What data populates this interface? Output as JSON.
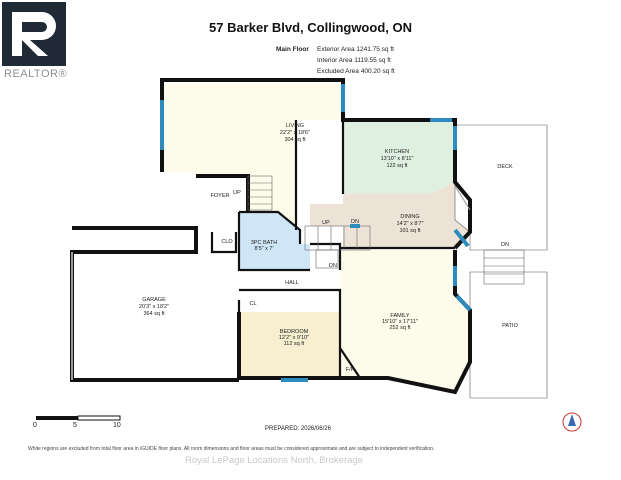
{
  "brand": {
    "logo_text": "REALTOR®"
  },
  "title": "57 Barker Blvd, Collingwood, ON",
  "floor": {
    "name": "Main Floor",
    "exterior": "Exterior Area 1241.75 sq ft",
    "interior": "Interior Area 1119.55 sq ft",
    "excluded": "Excluded Area 400.20 sq ft"
  },
  "rooms": {
    "living": {
      "name": "LIVING",
      "dims": "22'2\" x 18'6\"",
      "area": "304 sq ft"
    },
    "kitchen": {
      "name": "KITCHEN",
      "dims": "13'10\" x 8'11\"",
      "area": "122 sq ft"
    },
    "dining": {
      "name": "DINING",
      "dims": "14'2\" x 8'7\"",
      "area": "101 sq ft"
    },
    "deck": {
      "name": "DECK"
    },
    "foyer": {
      "name": "FOYER"
    },
    "clo": {
      "name": "CLO"
    },
    "bath": {
      "name": "3PC BATH",
      "dims": "8'5\" x 7'"
    },
    "garage": {
      "name": "GARAGE",
      "dims": "20'3\" x 18'2\"",
      "area": "364 sq ft"
    },
    "hall": {
      "name": "HALL"
    },
    "cl": {
      "name": "CL"
    },
    "bedroom": {
      "name": "BEDROOM",
      "dims": "12'2\" x 9'10\"",
      "area": "112 sq ft"
    },
    "family": {
      "name": "FAMILY",
      "dims": "15'10\" x 17'11\"",
      "area": "252 sq ft"
    },
    "fp": {
      "name": "F/P"
    },
    "patio": {
      "name": "PATIO"
    }
  },
  "labels": {
    "up": "UP",
    "dn": "DN"
  },
  "scale": {
    "t0": "0",
    "t5": "5",
    "t10": "10"
  },
  "prepared": "PREPARED: 2026/06/26",
  "footer": "White regions are excluded from total floor area in iGUIDE floor plans. All room dimensions and floor areas must be considered approximate and are subject to independent verification.",
  "watermark": "Royal LePage Locations North, Brokerage",
  "colors": {
    "wall": "#111111",
    "window": "#2e8bc0",
    "kitchen": "#dff0e0",
    "dining": "#ece3d6",
    "bath": "#cfe6f7",
    "bedroom": "#f7efcf",
    "living": "#fdfbea",
    "family": "#fdfbea"
  }
}
